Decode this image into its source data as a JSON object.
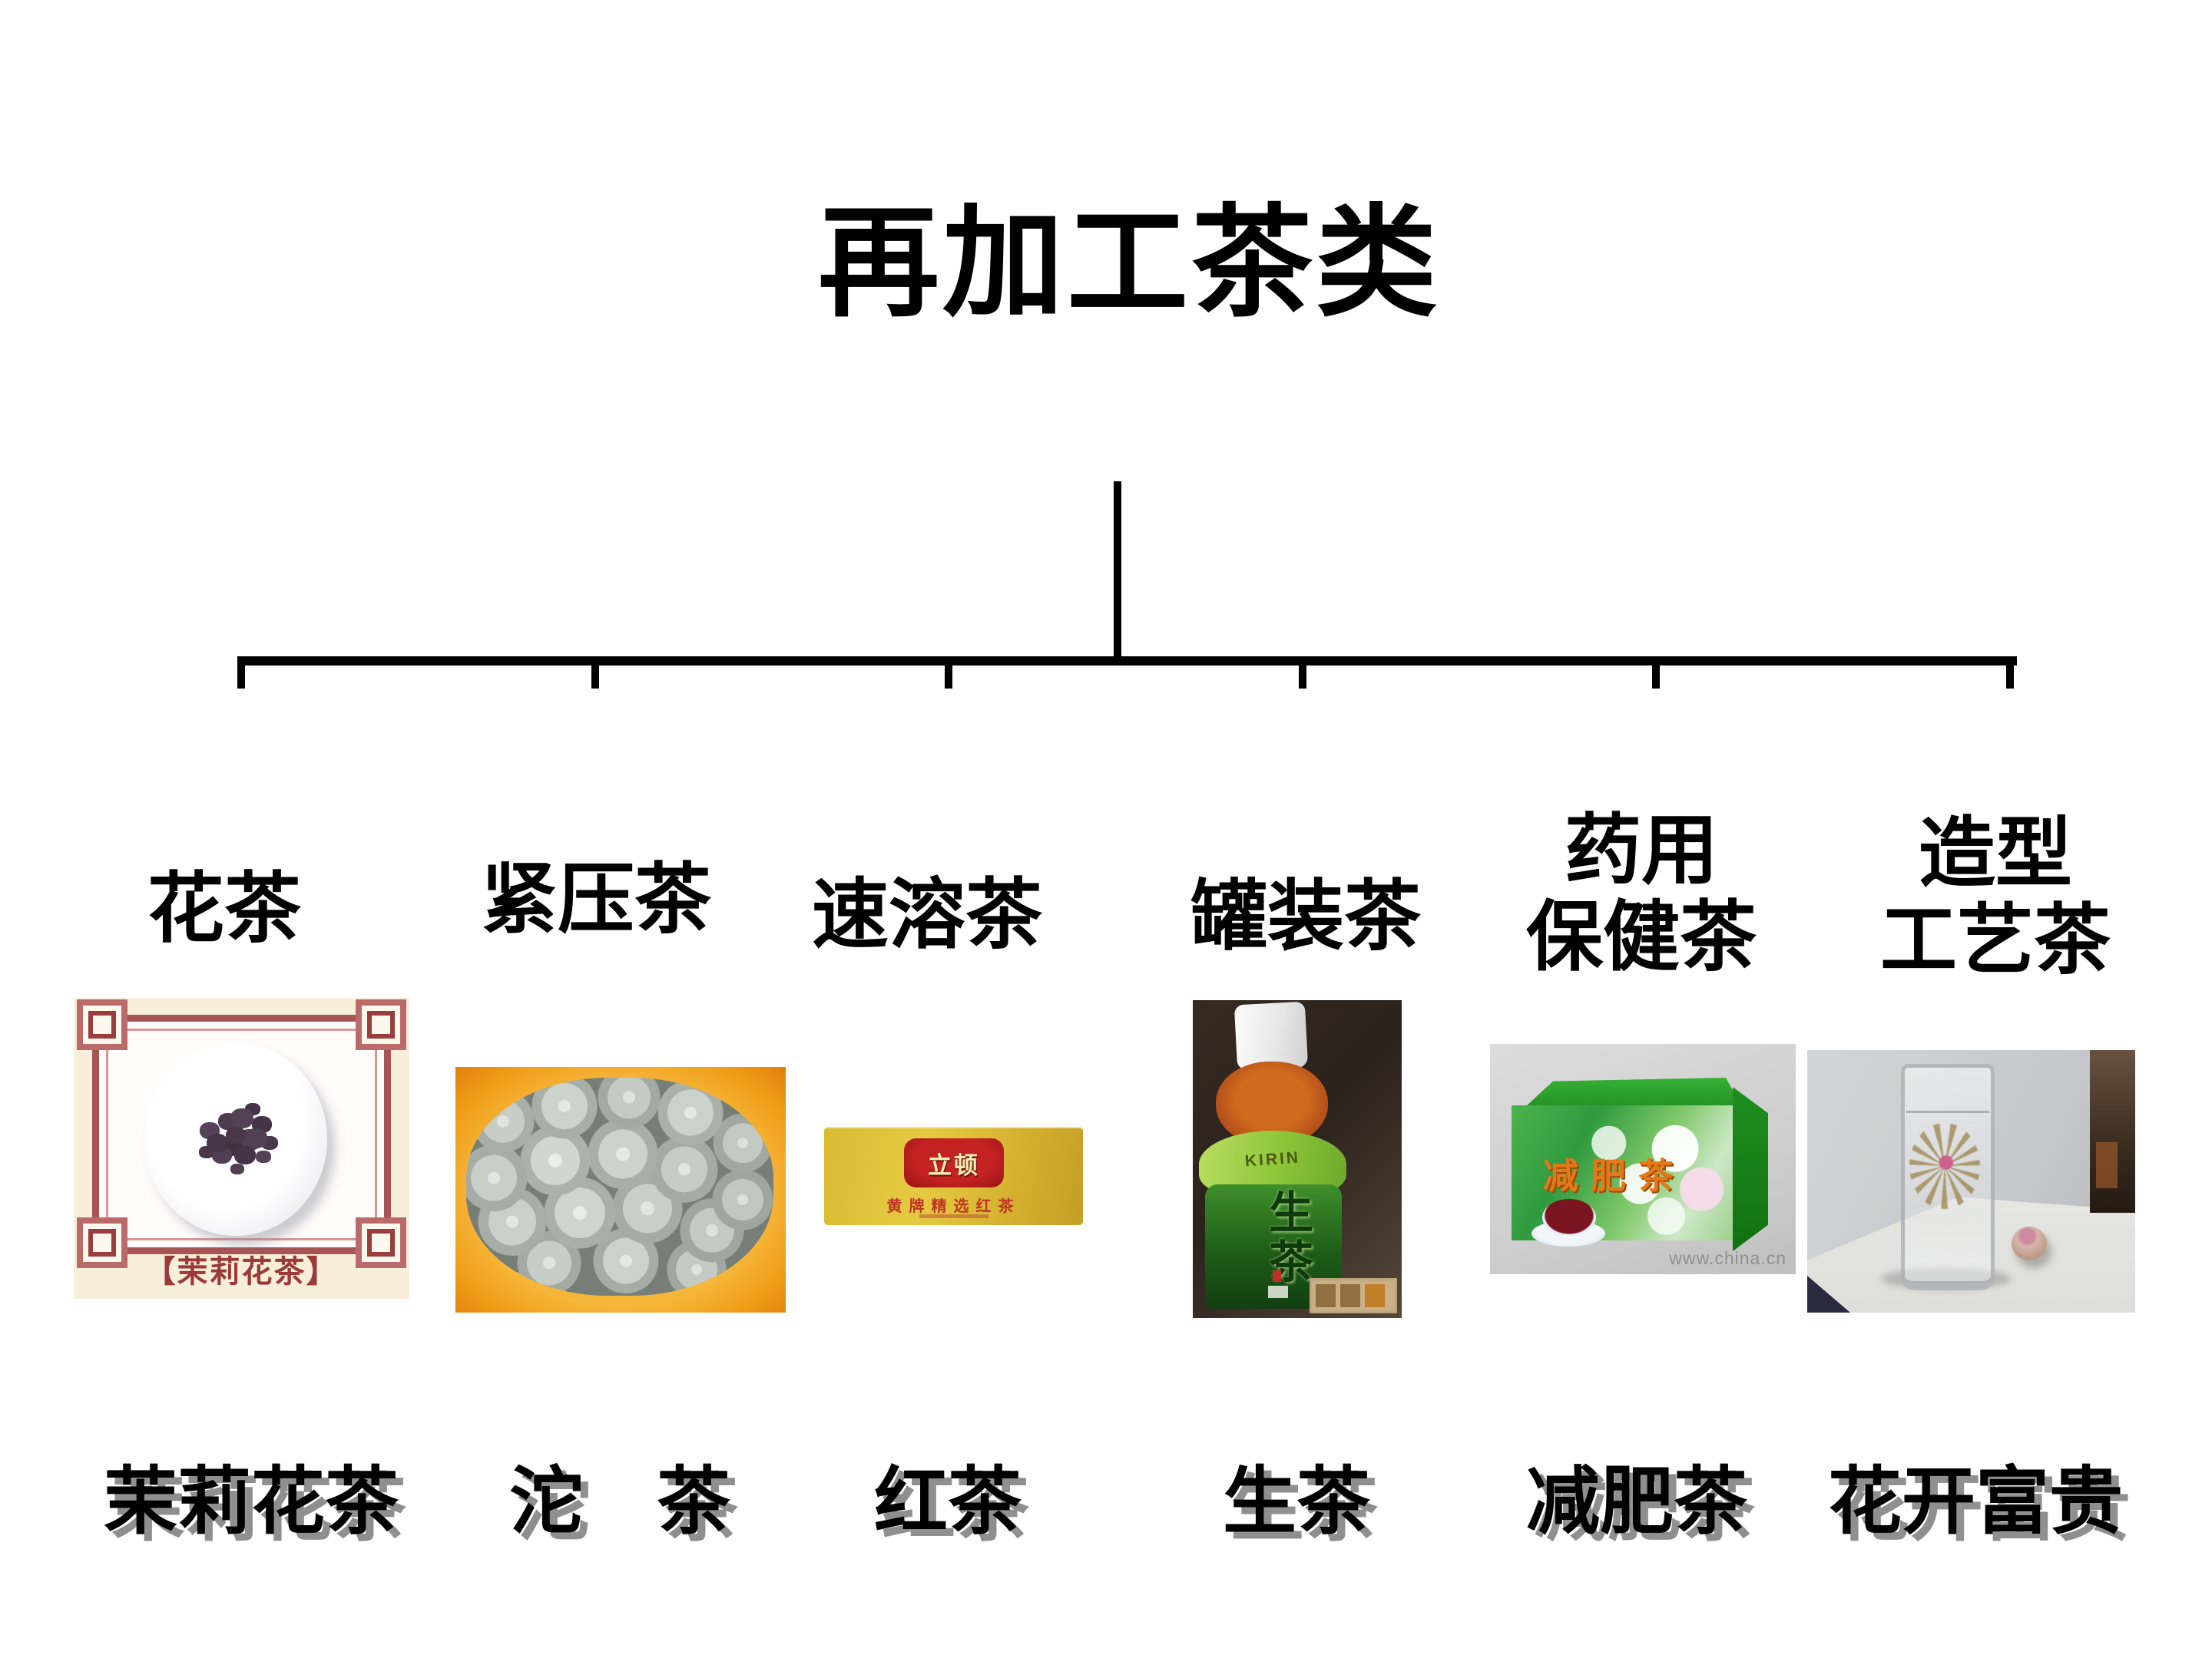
{
  "title": "再加工茶类",
  "categories": [
    {
      "lines": [
        "花茶"
      ],
      "caption": "茉莉花茶"
    },
    {
      "lines": [
        "紧压茶"
      ],
      "caption": "沱　茶"
    },
    {
      "lines": [
        "速溶茶"
      ],
      "caption": "红茶"
    },
    {
      "lines": [
        "罐装茶"
      ],
      "caption": "生茶"
    },
    {
      "lines": [
        "药用",
        "保健茶"
      ],
      "caption": "减肥茶"
    },
    {
      "lines": [
        "造型",
        "工艺茶"
      ],
      "caption": "花开富贵"
    }
  ],
  "images": {
    "jasmine": {
      "caption": "【茉莉花茶】"
    },
    "lipton": {
      "logo": "立顿",
      "subtitle": "黄牌精选红茶"
    },
    "kirin": {
      "brand": "KIRIN",
      "label": "生茶"
    },
    "diet_box": {
      "label": "减肥茶",
      "watermark": "www.china.cn"
    }
  },
  "colors": {
    "text": "#000000",
    "caption_shadow": "#8f8f8f",
    "jasmine_frame": "#a85454",
    "jasmine_caption": "#9c3a3a",
    "lipton_red": "#b02020",
    "lipton_yellow": "#d9ba34",
    "kirin_green": "#2f7a28",
    "diet_orange": "#e5791a",
    "bowl_orange": "#f0a020"
  }
}
